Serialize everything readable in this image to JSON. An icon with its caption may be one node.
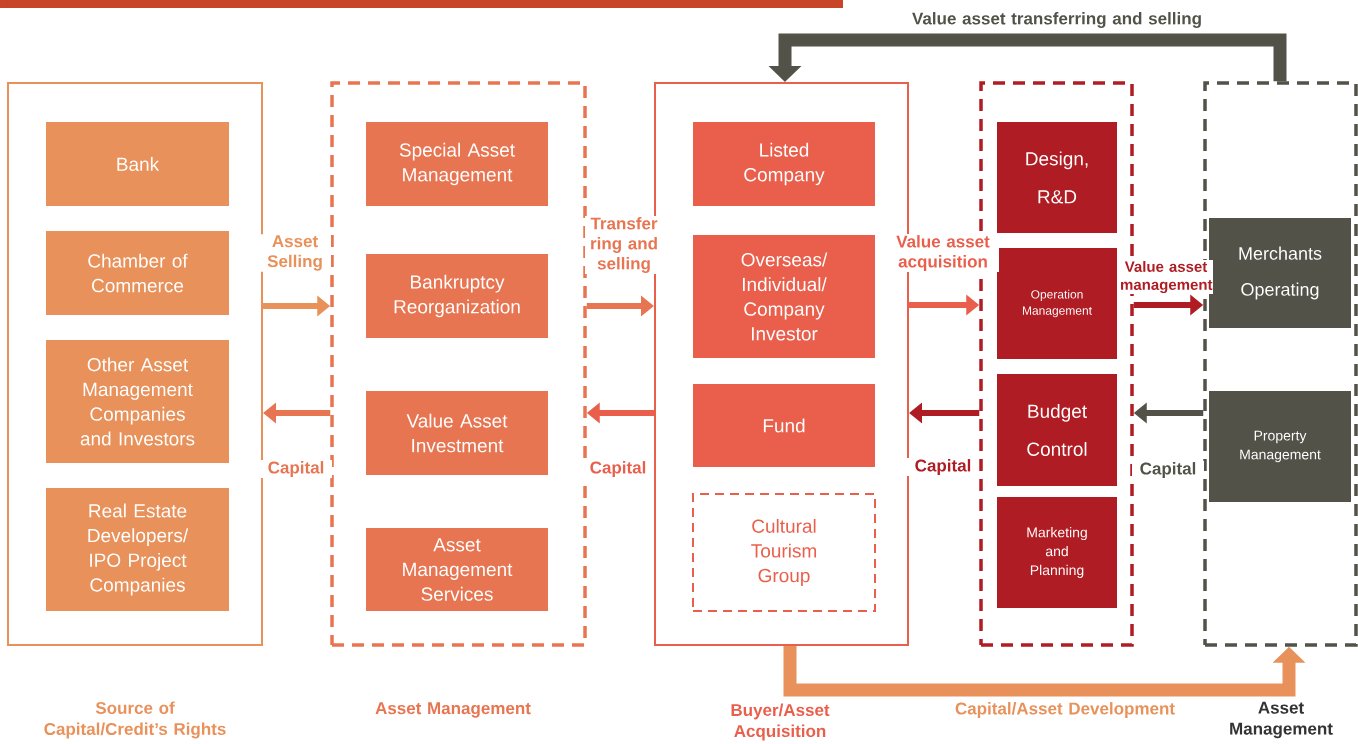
{
  "diagram": {
    "nodes": [
      {
        "text": [
          "Source of Capital/Credit’s Rights"
        ]
      },
      {
        "text": [
          "Bank"
        ],
        "in": 0
      },
      {
        "text": [
          "Chamber of Commerce"
        ],
        "in": 0
      },
      {
        "text": [
          "Other Asset Management Companies and Investors"
        ],
        "in": 0
      },
      {
        "text": [
          "Real Estate Developers/ IPO Project Companies"
        ],
        "in": 0
      },
      {
        "text": [
          "Asset Management"
        ]
      },
      {
        "text": [
          "Special Asset Management"
        ],
        "in": 5
      },
      {
        "text": [
          "Bankruptcy Reorganization"
        ],
        "in": 5
      },
      {
        "text": [
          "Value Asset Investment"
        ],
        "in": 5
      },
      {
        "text": [
          "Asset Management Services"
        ],
        "in": 5
      },
      {
        "text": [
          "Buyer/Asset Acquisition"
        ]
      },
      {
        "text": [
          "Listed Company"
        ],
        "in": 10
      },
      {
        "text": [
          "Overseas/ Individual/ Company Investor"
        ],
        "in": 10
      },
      {
        "text": [
          "Fund"
        ],
        "in": 10
      },
      {
        "text": [
          "Cultural Tourism Group"
        ],
        "in": 10
      },
      {
        "text": [],
        "shape": "box"
      },
      {
        "text": [
          "Design, R&D"
        ],
        "in": 15
      },
      {
        "text": [
          "Operation Management"
        ],
        "in": 15
      },
      {
        "text": [
          "Budget Control"
        ],
        "in": 15
      },
      {
        "text": [
          "Marketing and Planning"
        ],
        "in": 15
      },
      {
        "text": [
          "Asset Management"
        ]
      },
      {
        "text": [
          "Merchants Operating"
        ],
        "in": 20
      },
      {
        "text": [
          "Property Management"
        ],
        "in": 20
      }
    ],
    "edges": [
      {
        "from": 0,
        "to": 5,
        "arrow": "to",
        "label": "Asset Selling",
        "color": "#e8915a"
      },
      {
        "from": 5,
        "to": 0,
        "arrow": "to",
        "label": "Capital",
        "color": "#e87552"
      },
      {
        "from": 5,
        "to": 10,
        "arrow": "to",
        "label": "Transfer ring and selling",
        "color": "#e87552"
      },
      {
        "from": 10,
        "to": 5,
        "arrow": "to",
        "label": "Capital",
        "color": "#e95f4c"
      },
      {
        "from": 10,
        "to": 15,
        "arrow": "to",
        "label": "Value asset acquisition",
        "color": "#e95f4c"
      },
      {
        "from": 15,
        "to": 10,
        "arrow": "to",
        "label": "Capital",
        "color": "#b01c23"
      },
      {
        "from": 15,
        "to": 20,
        "arrow": "to",
        "label": "Value asset management",
        "color": "#b01c23"
      },
      {
        "from": 20,
        "to": 15,
        "arrow": "to",
        "label": "Capital",
        "color": "#525249"
      },
      {
        "from": 20,
        "to": 10,
        "arrow": "to",
        "label": "Value asset transferring and selling",
        "style": "thick",
        "color": "#525249"
      },
      {
        "from": 10,
        "to": 20,
        "arrow": "to",
        "label": "Capital/Asset Development",
        "style": "thick",
        "color": "#e8915a"
      }
    ]
  }
}
